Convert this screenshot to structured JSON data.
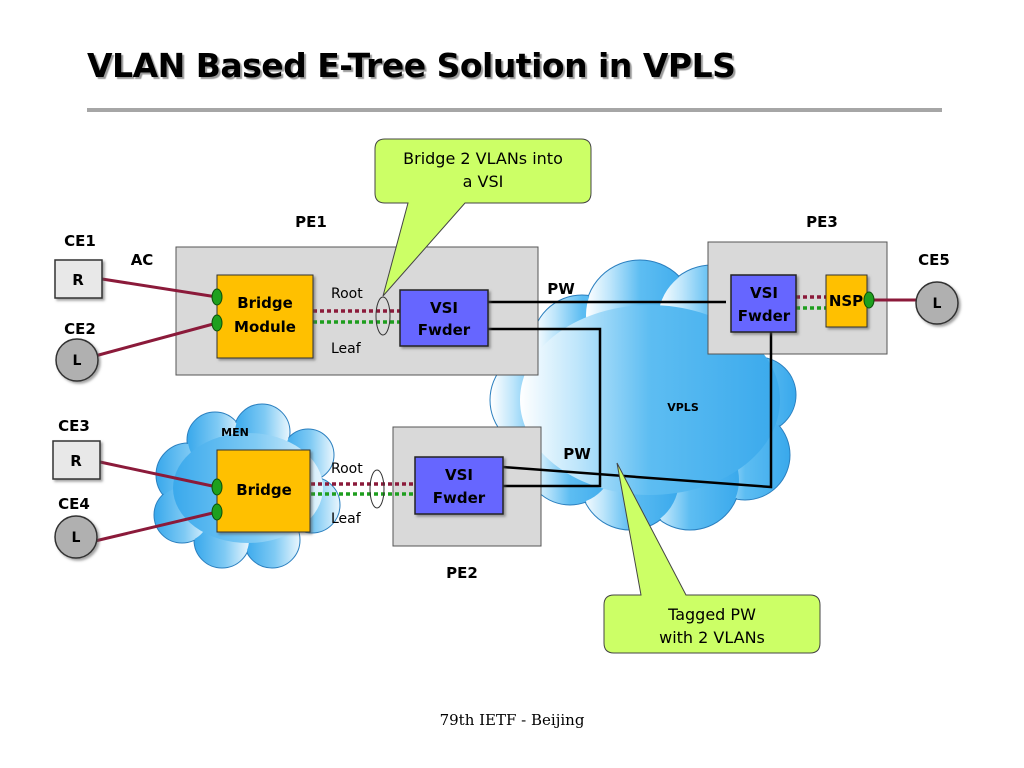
{
  "slide": {
    "title": "VLAN Based E-Tree Solution in VPLS",
    "footer": "79th IETF - Beijing"
  },
  "colors": {
    "bridge_fill": "#ffc000",
    "vsi_fill": "#6666ff",
    "pe_fill": "#d9d9d9",
    "callout_fill": "#ccff66",
    "cloud_fill": "#4fb3ef",
    "ac_line": "#8b1a3a",
    "root_vlan": "#8b1a3a",
    "leaf_vlan": "#1e9e1e",
    "port_fill": "#1ea01e"
  },
  "diagram": {
    "pe1": {
      "label": "PE1"
    },
    "pe2": {
      "label": "PE2"
    },
    "pe3": {
      "label": "PE3"
    },
    "ce1": {
      "label": "CE1",
      "role": "R"
    },
    "ce2": {
      "label": "CE2",
      "role": "L"
    },
    "ce3": {
      "label": "CE3",
      "role": "R"
    },
    "ce4": {
      "label": "CE4",
      "role": "L"
    },
    "ce5": {
      "label": "CE5",
      "role": "L"
    },
    "ac_label": "AC",
    "bridge_module": {
      "line1": "Bridge",
      "line2": "Module"
    },
    "bridge": "Bridge",
    "men": "MEN",
    "vpls": "VPLS",
    "vsi1": {
      "line1": "VSI",
      "line2": "Fwder"
    },
    "vsi2": {
      "line1": "VSI",
      "line2": "Fwder"
    },
    "vsi3": {
      "line1": "VSI",
      "line2": "Fwder"
    },
    "nsp": "NSP",
    "root_label": "Root",
    "leaf_label": "Leaf",
    "pw_label": "PW",
    "callout_top": {
      "line1": "Bridge 2 VLANs into",
      "line2": "a VSI"
    },
    "callout_bottom": {
      "line1": "Tagged PW",
      "line2": "with 2 VLANs"
    }
  }
}
